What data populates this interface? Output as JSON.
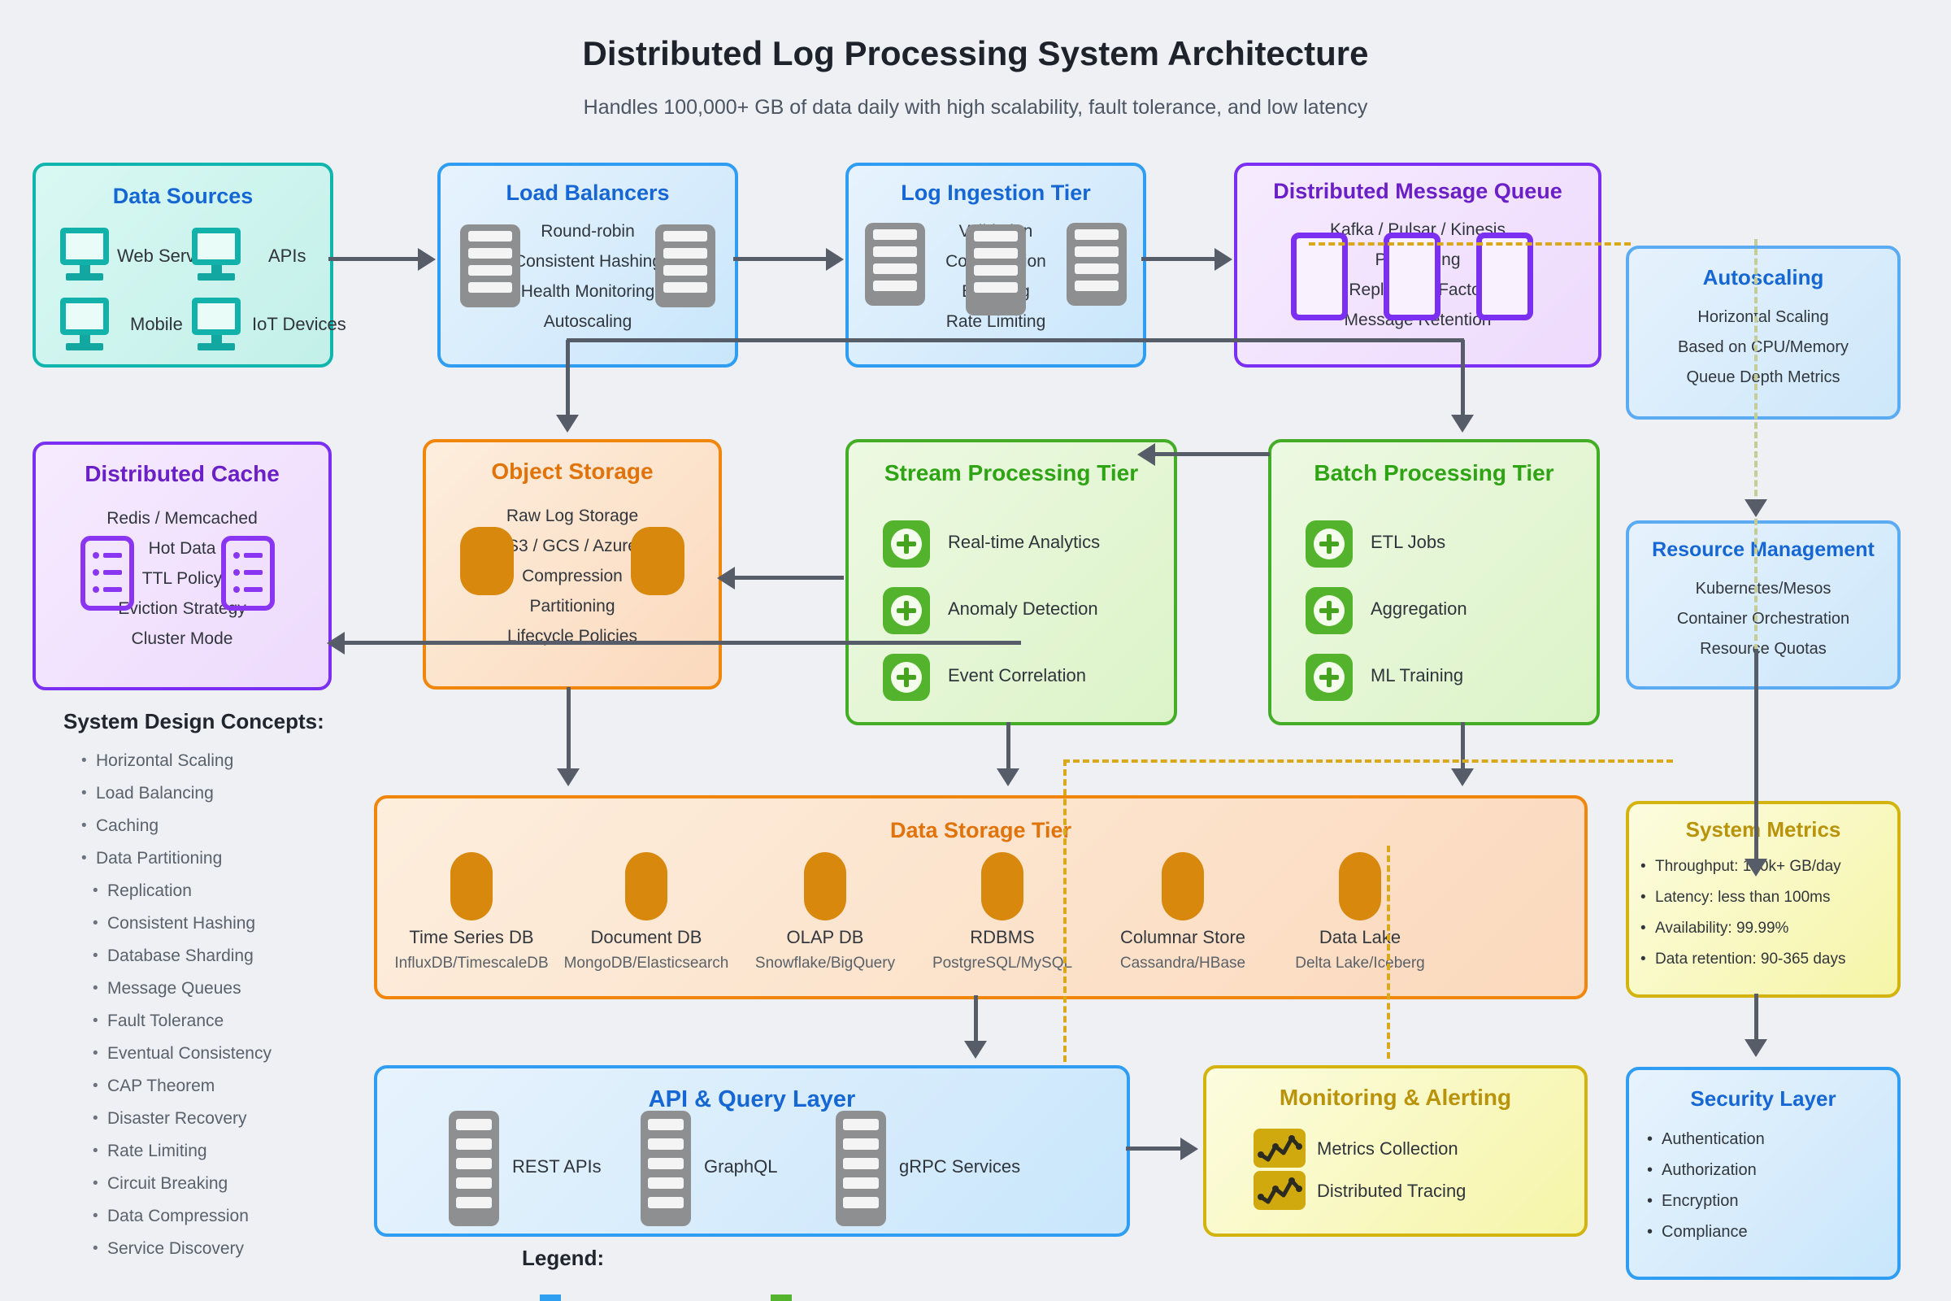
{
  "page": {
    "title": "Distributed Log Processing System Architecture",
    "subtitle": "Handles 100,000+ GB of data daily with high scalability, fault tolerance, and low latency"
  },
  "boxes": {
    "data_sources": {
      "title": "Data Sources",
      "items": [
        "Web Servers",
        "APIs",
        "Mobile",
        "IoT Devices"
      ]
    },
    "load_balancers": {
      "title": "Load Balancers",
      "lines": [
        "Round-robin",
        "Consistent Hashing",
        "Health Monitoring",
        "Autoscaling"
      ]
    },
    "log_ingestion": {
      "title": "Log Ingestion Tier",
      "lines": [
        "Validation",
        "Compression",
        "Buffering",
        "Rate Limiting"
      ]
    },
    "message_queue": {
      "title": "Distributed Message Queue",
      "lines": [
        "Kafka / Pulsar / Kinesis",
        "Partitioning",
        "Replication Factor",
        "Message Retention"
      ]
    },
    "autoscaling": {
      "title": "Autoscaling",
      "lines": [
        "Horizontal Scaling",
        "Based on CPU/Memory",
        "Queue Depth Metrics"
      ]
    },
    "distributed_cache": {
      "title": "Distributed Cache",
      "lines": [
        "Redis / Memcached",
        "Hot Data",
        "TTL Policy",
        "Eviction Strategy",
        "Cluster Mode"
      ]
    },
    "object_storage": {
      "title": "Object Storage",
      "lines": [
        "Raw Log Storage",
        "S3 / GCS / Azure",
        "Compression",
        "Partitioning",
        "Lifecycle Policies"
      ]
    },
    "stream_processing": {
      "title": "Stream Processing Tier",
      "items": [
        "Real-time Analytics",
        "Anomaly Detection",
        "Event Correlation"
      ]
    },
    "batch_processing": {
      "title": "Batch Processing Tier",
      "items": [
        "ETL Jobs",
        "Aggregation",
        "ML Training"
      ]
    },
    "resource_management": {
      "title": "Resource Management",
      "lines": [
        "Kubernetes/Mesos",
        "Container Orchestration",
        "Resource Quotas"
      ]
    },
    "data_storage": {
      "title": "Data Storage Tier",
      "stores": [
        {
          "name": "Time Series DB",
          "tech": "InfluxDB/TimescaleDB"
        },
        {
          "name": "Document DB",
          "tech": "MongoDB/Elasticsearch"
        },
        {
          "name": "OLAP DB",
          "tech": "Snowflake/BigQuery"
        },
        {
          "name": "RDBMS",
          "tech": "PostgreSQL/MySQL"
        },
        {
          "name": "Columnar Store",
          "tech": "Cassandra/HBase"
        },
        {
          "name": "Data Lake",
          "tech": "Delta Lake/Iceberg"
        }
      ]
    },
    "system_metrics": {
      "title": "System Metrics",
      "bullets": [
        "Throughput: 100k+ GB/day",
        "Latency: less than 100ms",
        "Availability: 99.99%",
        "Data retention: 90-365 days"
      ]
    },
    "api_layer": {
      "title": "API & Query Layer",
      "items": [
        "REST APIs",
        "GraphQL",
        "gRPC Services"
      ]
    },
    "monitoring": {
      "title": "Monitoring & Alerting",
      "items": [
        "Metrics Collection",
        "Distributed Tracing"
      ]
    },
    "security": {
      "title": "Security Layer",
      "bullets": [
        "Authentication",
        "Authorization",
        "Encryption",
        "Compliance"
      ]
    }
  },
  "concepts": {
    "heading": "System Design Concepts:",
    "items": [
      "Horizontal Scaling",
      "Load Balancing",
      "Caching",
      "Data Partitioning",
      "Replication",
      "Consistent Hashing",
      "Database Sharding",
      "Message Queues",
      "Fault Tolerance",
      "Eventual Consistency",
      "CAP Theorem",
      "Disaster Recovery",
      "Rate Limiting",
      "Circuit Breaking",
      "Data Compression",
      "Service Discovery"
    ]
  },
  "legend": {
    "label": "Legend:"
  },
  "colors": {
    "teal_border": "#10b5ad",
    "blue_border": "#2e9df2",
    "purple_border": "#7b2ff2",
    "orange_border": "#f0860c",
    "green_border": "#44ad27",
    "gold_border": "#d3b40e",
    "blue_title": "#1667d3",
    "purple_title": "#6a1fc7",
    "orange_title": "#e0730a",
    "green_title": "#2ea314",
    "gold_title": "#b8930b",
    "arrow_gray": "#575d68",
    "dashed_gold": "#d9a81b"
  }
}
